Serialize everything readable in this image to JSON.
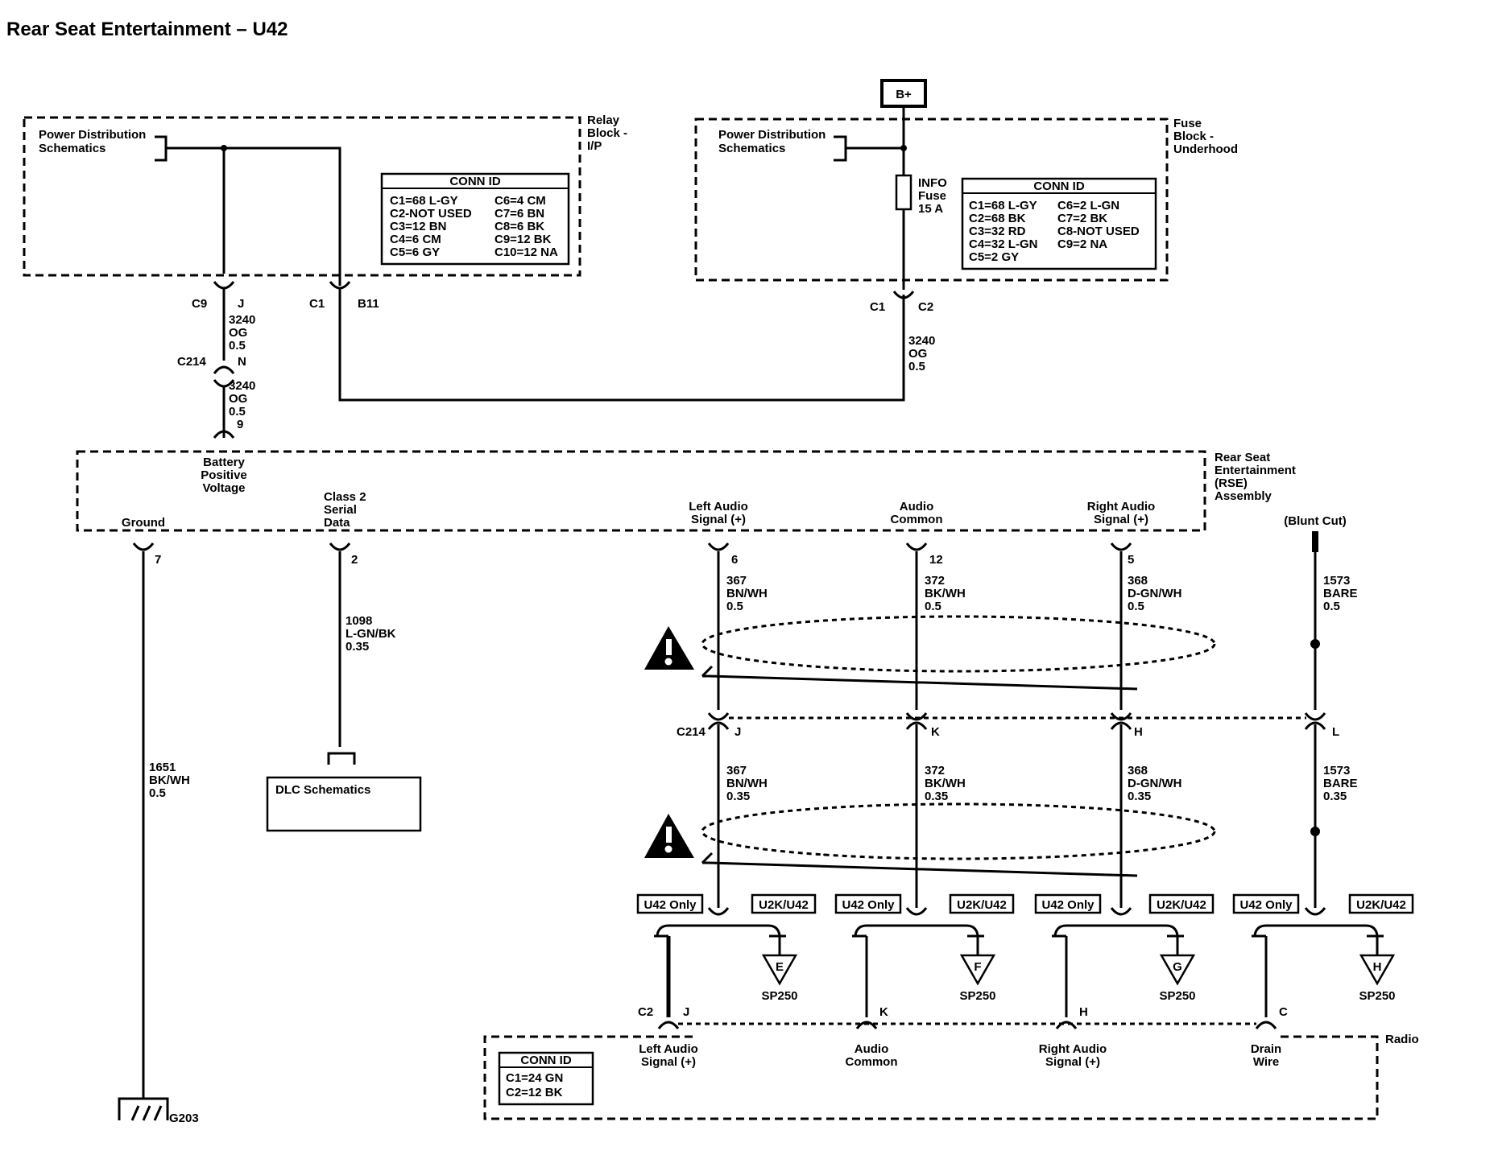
{
  "title": "Rear Seat Entertainment – U42",
  "relay_block": {
    "label": [
      "Relay",
      "Block -",
      "I/P"
    ],
    "pds": [
      "Power Distribution",
      "Schematics"
    ],
    "conn_title": "CONN ID",
    "conn_left": [
      "C1=68 L-GY",
      "C2-NOT USED",
      "C3=12 BN",
      "C4=6 CM",
      "C5=6 GY"
    ],
    "conn_right": [
      "C6=4 CM",
      "C7=6 BN",
      "C8=6 BK",
      "C9=12 BK",
      "C10=12 NA"
    ]
  },
  "fuse_block": {
    "label": [
      "Fuse",
      "Block -",
      "Underhood"
    ],
    "pds": [
      "Power Distribution",
      "Schematics"
    ],
    "bplus": "B+",
    "fuse": [
      "INFO",
      "Fuse",
      "15 A"
    ],
    "conn_title": "CONN ID",
    "conn_left": [
      "C1=68 L-GY",
      "C2=68 BK",
      "C3=32 RD",
      "C4=32 L-GN",
      "C5=2 GY"
    ],
    "conn_right": [
      "C6=2 L-GN",
      "C7=2 BK",
      "C8-NOT USED",
      "C9=2 NA"
    ]
  },
  "connectors": {
    "c9": "C9",
    "j": "J",
    "c1": "C1",
    "b11": "B11",
    "c214": "C214",
    "n": "N",
    "nine": "9",
    "fc1": "C1",
    "fc2": "C2"
  },
  "wires": {
    "w3240a": [
      "3240",
      "OG",
      "0.5"
    ],
    "w3240b": [
      "3240",
      "OG",
      "0.5"
    ],
    "w3240c": [
      "3240",
      "OG",
      "0.5"
    ],
    "w1651": [
      "1651",
      "BK/WH",
      "0.5"
    ],
    "w1098": [
      "1098",
      "L-GN/BK",
      "0.35"
    ],
    "w367a": [
      "367",
      "BN/WH",
      "0.5"
    ],
    "w372a": [
      "372",
      "BK/WH",
      "0.5"
    ],
    "w368a": [
      "368",
      "D-GN/WH",
      "0.5"
    ],
    "w1573a": [
      "1573",
      "BARE",
      "0.5"
    ],
    "w367b": [
      "367",
      "BN/WH",
      "0.35"
    ],
    "w372b": [
      "372",
      "BK/WH",
      "0.35"
    ],
    "w368b": [
      "368",
      "D-GN/WH",
      "0.35"
    ],
    "w1573b": [
      "1573",
      "BARE",
      "0.35"
    ]
  },
  "rse": {
    "label": [
      "Rear Seat",
      "Entertainment",
      "(RSE)",
      "Assembly"
    ],
    "battery": [
      "Battery",
      "Positive",
      "Voltage"
    ],
    "ground": "Ground",
    "class2": [
      "Class 2",
      "Serial",
      "Data"
    ],
    "left_audio": [
      "Left Audio",
      "Signal (+)"
    ],
    "audio_common": [
      "Audio",
      "Common"
    ],
    "right_audio": [
      "Right Audio",
      "Signal (+)"
    ],
    "blunt_cut": "(Blunt Cut)",
    "pins": [
      "7",
      "2",
      "6",
      "12",
      "5"
    ]
  },
  "c214_mid": {
    "label": "C214",
    "pins": [
      "J",
      "K",
      "H",
      "L"
    ]
  },
  "dlc": "DLC Schematics",
  "ground_ref": "G203",
  "options": {
    "u42": "U42 Only",
    "u2k": "U2K/U42"
  },
  "splices": {
    "letters": [
      "E",
      "F",
      "G",
      "H"
    ],
    "name": "SP250"
  },
  "radio": {
    "label": "Radio",
    "c2": "C2",
    "pins": [
      "J",
      "K",
      "H",
      "C"
    ],
    "left_audio": [
      "Left Audio",
      "Signal (+)"
    ],
    "audio_common": [
      "Audio",
      "Common"
    ],
    "right_audio": [
      "Right Audio",
      "Signal (+)"
    ],
    "drain": [
      "Drain",
      "Wire"
    ],
    "conn_title": "CONN ID",
    "conn": [
      "C1=24 GN",
      "C2=12 BK"
    ]
  }
}
